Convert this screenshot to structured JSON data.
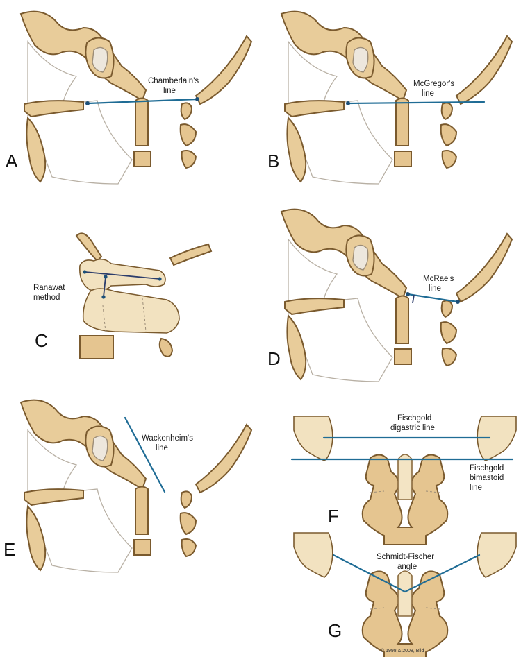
{
  "panels": {
    "A": {
      "letter": "A",
      "label_lines": [
        "Chamberlain's",
        "line"
      ]
    },
    "B": {
      "letter": "B",
      "label_lines": [
        "McGregor's",
        "line"
      ]
    },
    "C": {
      "letter": "C",
      "label_lines": [
        "Ranawat",
        "method"
      ]
    },
    "D": {
      "letter": "D",
      "label_lines": [
        "McRae's",
        "line"
      ]
    },
    "E": {
      "letter": "E",
      "label_lines": [
        "Wackenheim's",
        "line"
      ]
    },
    "F": {
      "letter": "F",
      "label_lines": [
        "Fischgold",
        "digastric line"
      ],
      "label2_lines": [
        "Fischgold",
        "bimastoid",
        "line"
      ]
    },
    "G": {
      "letter": "G",
      "label_lines": [
        "Schmidt-Fischer",
        "angle"
      ]
    }
  },
  "copyright": "© 1998 & 2008, Bild",
  "colors": {
    "bone": "#e8cc9a",
    "outline": "#7a5a2e",
    "line": "#1f6c95"
  }
}
